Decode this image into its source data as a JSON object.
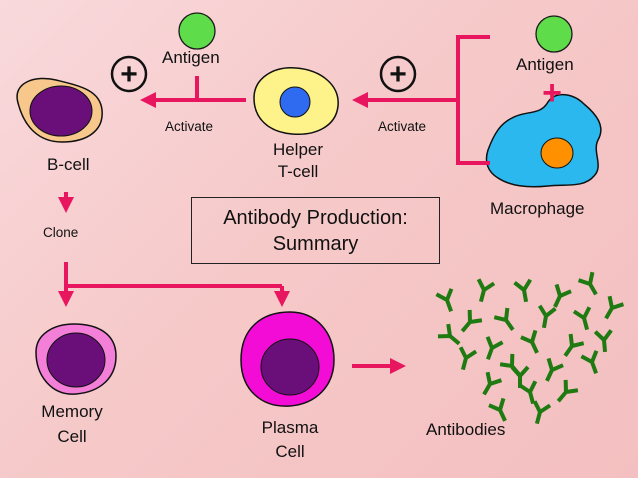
{
  "title": {
    "line1": "Antibody Production:",
    "line2": "Summary"
  },
  "labels": {
    "antigen_left": "Antigen",
    "antigen_right": "Antigen",
    "activate_left": "Activate",
    "activate_right": "Activate",
    "b_cell": "B-cell",
    "helper_line1": "Helper",
    "helper_line2": "T-cell",
    "macrophage": "Macrophage",
    "clone": "Clone",
    "memory_line1": "Memory",
    "memory_line2": "Cell",
    "plasma_line1": "Plasma",
    "plasma_line2": "Cell",
    "antibodies": "Antibodies"
  },
  "symbols": {
    "plus_circle": "+",
    "plus_macrophage": "+"
  },
  "colors": {
    "arrow": "#e8155f",
    "antigen": "#5fdc4a",
    "antibody": "#1f7a12",
    "b_cell_fill": "#f7c78b",
    "b_cell_nucleus": "#6a0f7a",
    "helper_fill": "#fdf38a",
    "helper_nucleus": "#2f6bf0",
    "macrophage_fill": "#2ab8ee",
    "macrophage_nucleus": "#ff9000",
    "memory_fill": "#f37fd8",
    "memory_nucleus": "#6a0f7a",
    "plasma_fill": "#f20cd5",
    "plasma_nucleus": "#6a0f7a"
  }
}
